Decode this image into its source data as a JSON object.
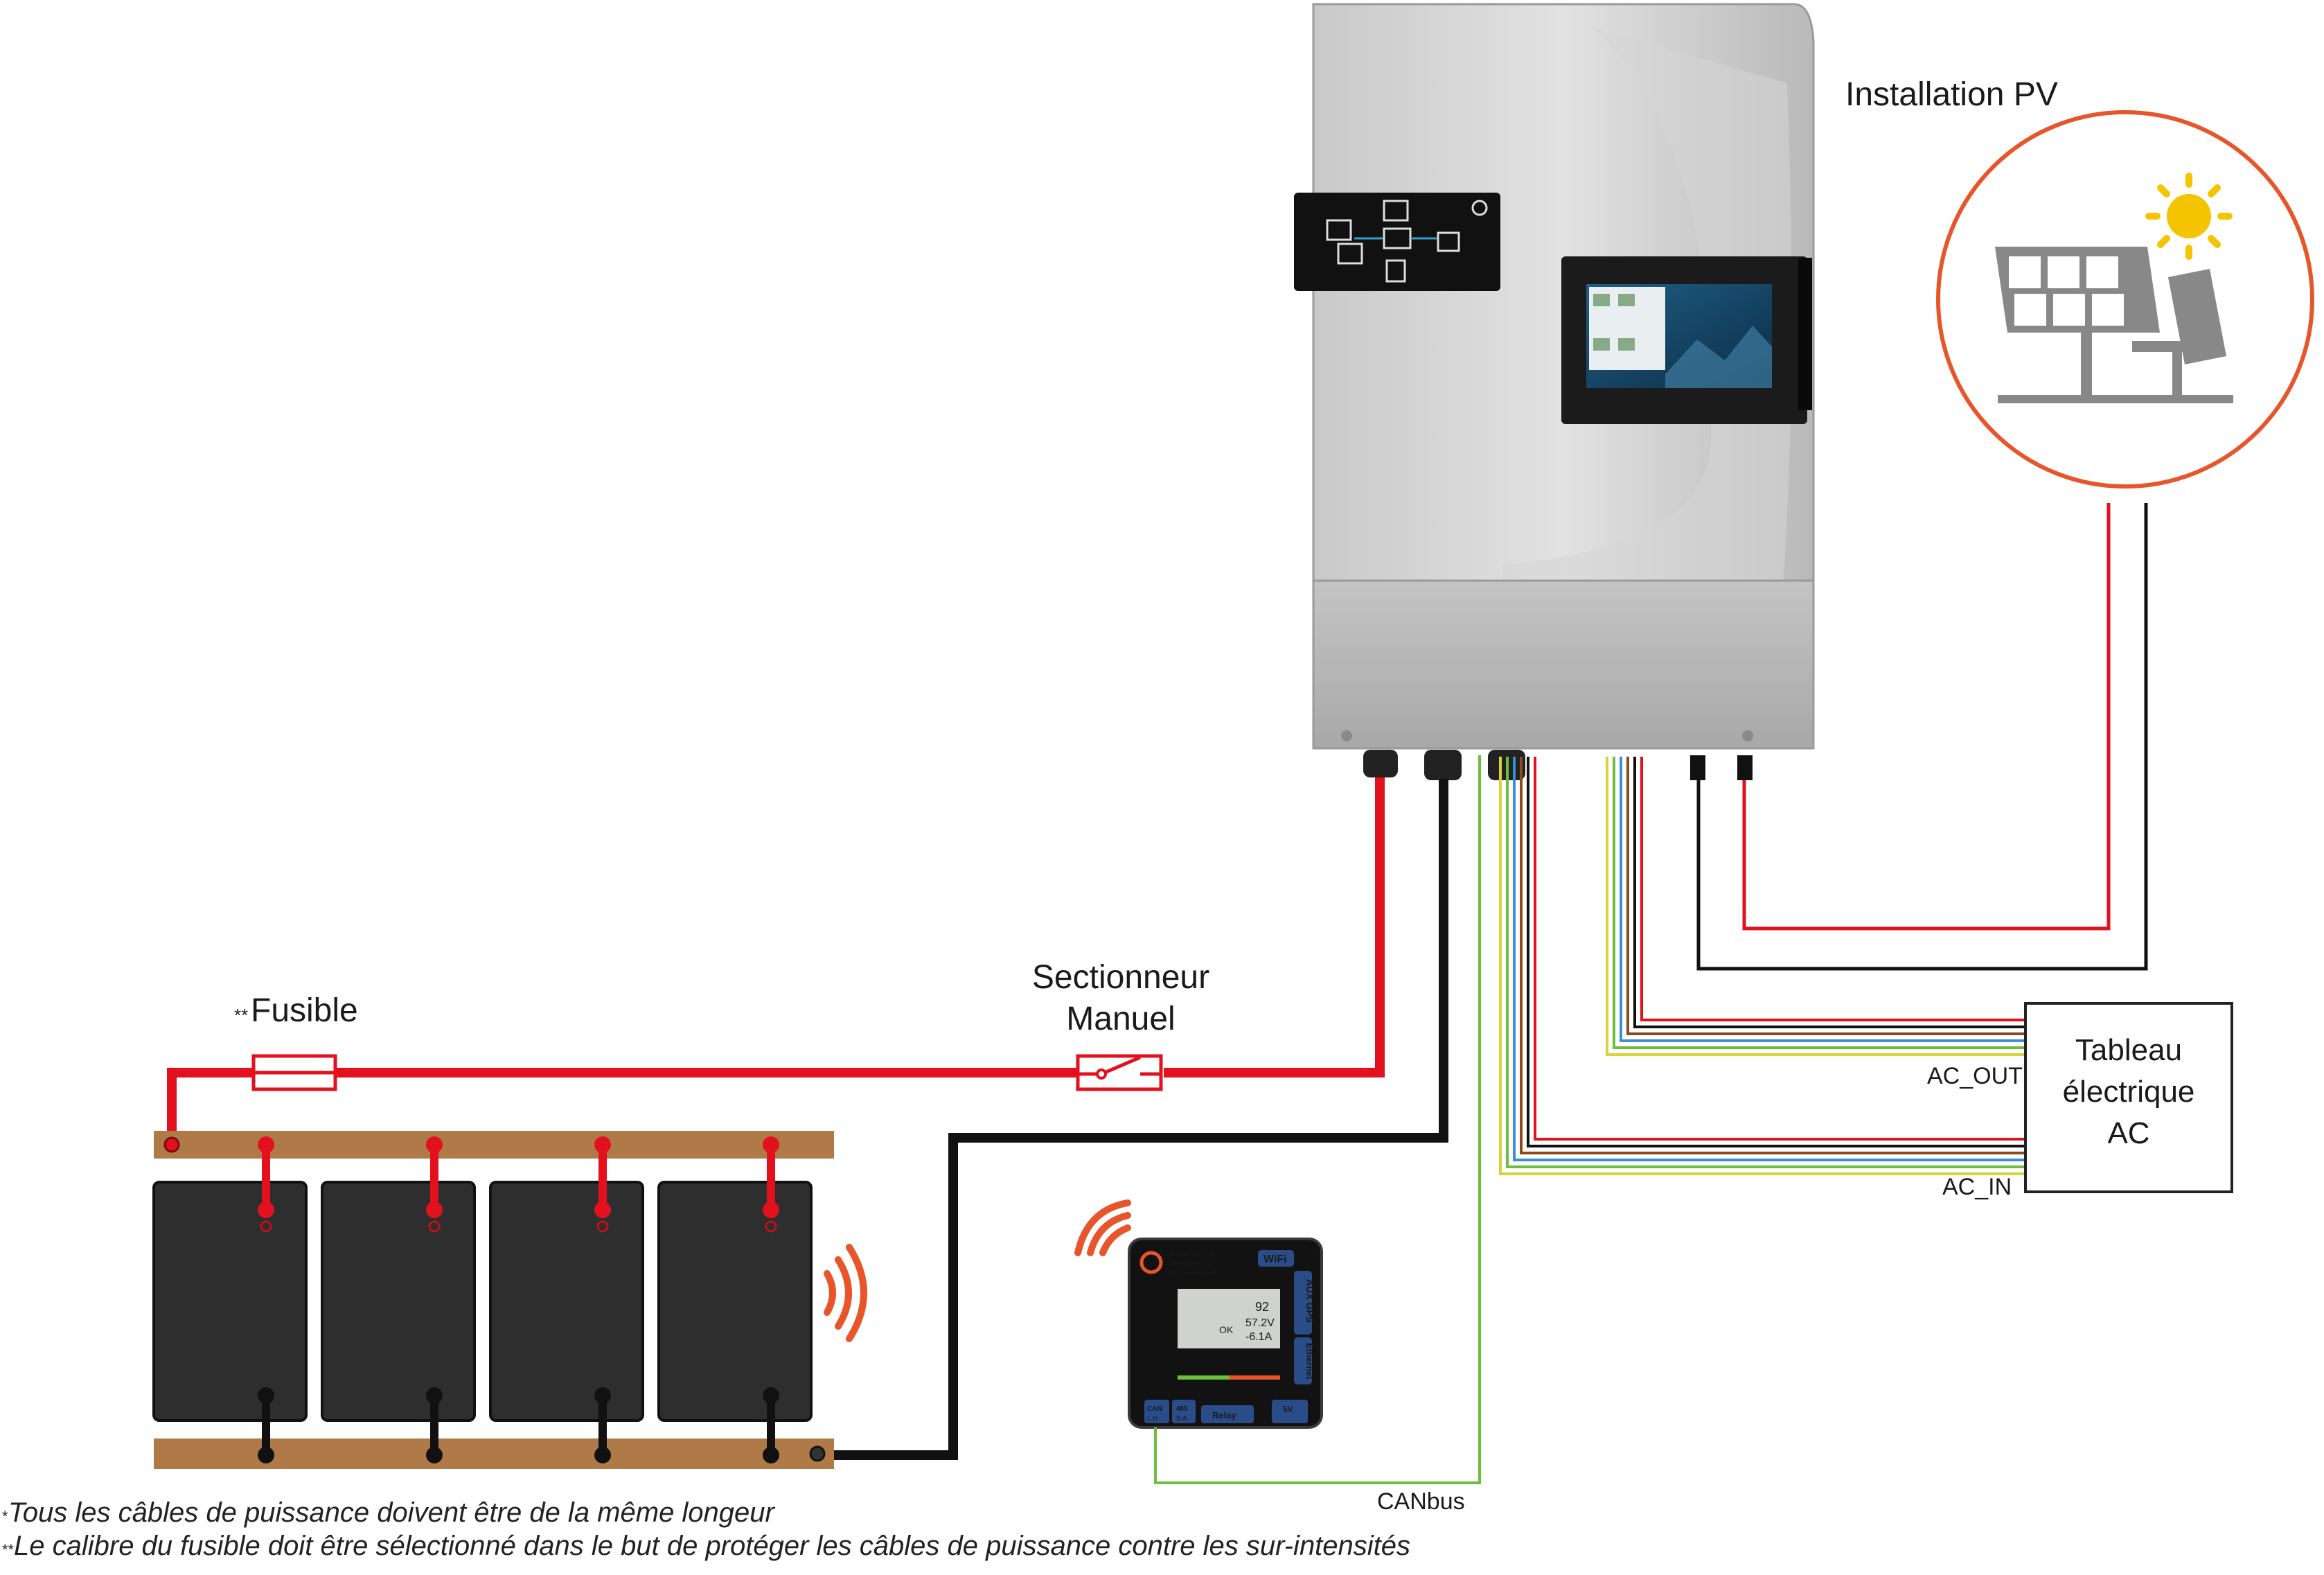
{
  "labels": {
    "installation_pv": "Installation PV",
    "fusible_mark": "**",
    "fusible": "Fusible",
    "sectionneur_line1": "Sectionneur",
    "sectionneur_line2": "Manuel",
    "tableau_line1": "Tableau",
    "tableau_line2": "électrique",
    "tableau_line3": "AC",
    "ac_out": "AC_OUT",
    "ac_in": "AC_IN",
    "canbus": "CANbus"
  },
  "notes": {
    "note1_mark": "*",
    "note1": "Tous les câbles de puissance doivent être de la même longeur",
    "note2_mark": "**",
    "note2": "Le calibre du fusible doit être sélectionné dans le but de protéger les câbles de puissance contre les sur-intensités"
  },
  "bms": {
    "line1": "Smart Battery",
    "line2": "Management",
    "line3": "by Oxenergies",
    "wifi": "WiFi",
    "aux": "AUX GPS",
    "ethernet": "Ethernet",
    "can": "CAN",
    "can_pins": "L H",
    "rs485": "485",
    "rs485_pins": "B A",
    "relay": "Relay",
    "v5": "5V",
    "screen_pct": "92",
    "screen_v": "57.2V",
    "screen_a": "-6.1A",
    "screen_ok": "OK"
  },
  "colors": {
    "red": "#e3101d",
    "black": "#111111",
    "green": "#6cbf3c",
    "blue": "#3b8ed8",
    "brown": "#8b4a1f",
    "yellow": "#d8d33a",
    "busbar": "#b07a48",
    "pv_ring": "#e8552a"
  },
  "icons": [
    "fuse-icon",
    "switch-icon",
    "solar-panel-icon",
    "sun-icon",
    "wireless-signal-icon",
    "inverter-device",
    "bms-device",
    "battery-module"
  ]
}
